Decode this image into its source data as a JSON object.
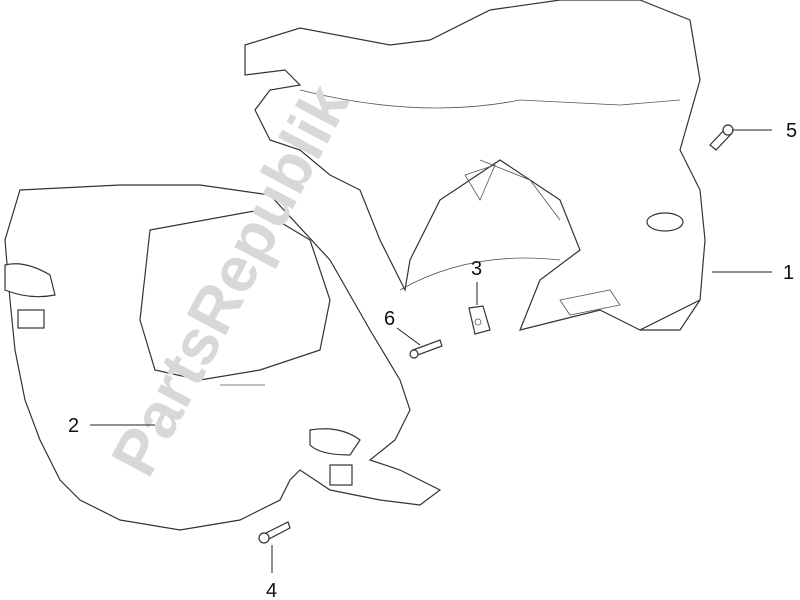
{
  "diagram": {
    "watermark": "PartsRepublik",
    "callouts": [
      {
        "number": "1"
      },
      {
        "number": "2"
      },
      {
        "number": "3"
      },
      {
        "number": "4"
      },
      {
        "number": "5"
      },
      {
        "number": "6"
      }
    ]
  }
}
